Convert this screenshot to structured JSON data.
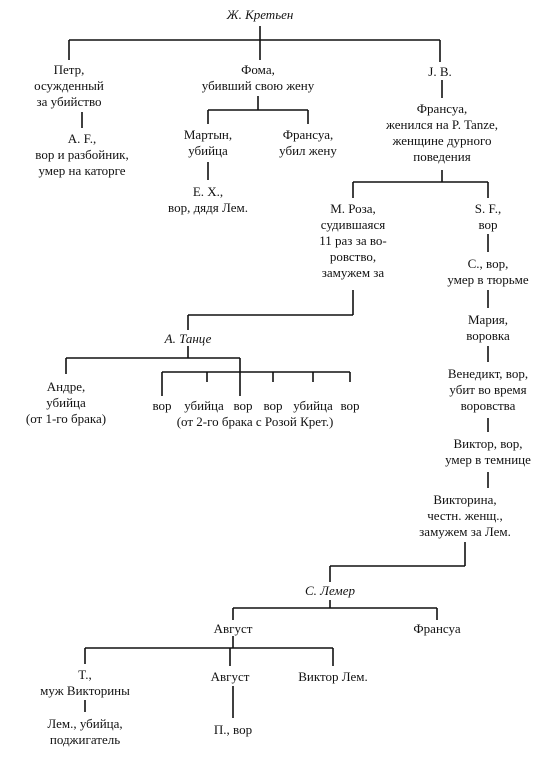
{
  "tree": {
    "root": "Ж. Кретьен",
    "petr": [
      "Петр,",
      "осужденный",
      "за убийство"
    ],
    "af": [
      "A. F.,",
      "вор и разбойник,",
      "умер на каторге"
    ],
    "foma": [
      "Фома,",
      "убивший свою жену"
    ],
    "martyn": [
      "Мартын,",
      "убийца"
    ],
    "fransua1": [
      "Франсуа,",
      "убил жену"
    ],
    "ex": [
      "Е. Х.,",
      "вор, дядя Лем."
    ],
    "jv": [
      "J. B."
    ],
    "fransua2": [
      "Франсуа,",
      "женился на P. Tanze,",
      "женщине дурного",
      "поведения"
    ],
    "roza": [
      "М. Роза,",
      "судившаяся",
      "11 раз за во-",
      "ровство,",
      "замужем за"
    ],
    "sf": [
      "S. F.,",
      "вор"
    ],
    "s_vor": [
      "С., вор,",
      "умер в тюрьме"
    ],
    "maria": [
      "Мария,",
      "воровка"
    ],
    "venedikt": [
      "Венедикт, вор,",
      "убит во время",
      "воровства"
    ],
    "viktor": [
      "Виктор, вор,",
      "умер в темнице"
    ],
    "viktorina": [
      "Викторина,",
      "честн. женщ.,",
      "замужем за Лем."
    ],
    "tanze": "А. Танце",
    "andre": [
      "Андре,",
      "убийца",
      "(от 1-го брака)"
    ],
    "kids2": [
      "вор",
      "убийца",
      "вор",
      "вор",
      "убийца",
      "вор"
    ],
    "kids2_note": "(от 2-го брака с Розой Крет.)",
    "lemer": "С. Лемер",
    "avgust1": "Август",
    "fransua3": "Франсуа",
    "t": [
      "T.,",
      "муж Викторины"
    ],
    "avgust2": "Август",
    "viktor_lem": "Виктор Лем.",
    "lem": [
      "Лем., убийца,",
      "поджигатель"
    ],
    "p_vor": "П., вор"
  }
}
